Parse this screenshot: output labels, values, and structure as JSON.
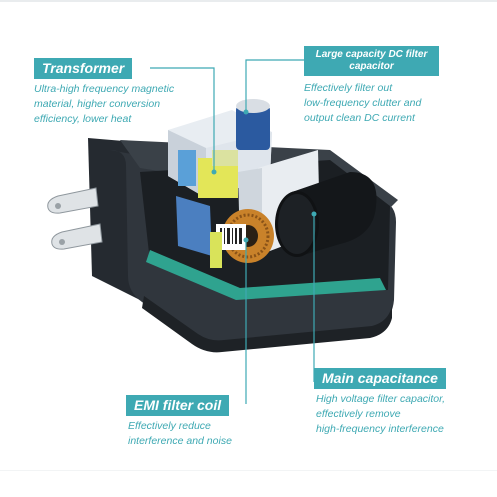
{
  "labels": {
    "transformer": {
      "title": "Transformer",
      "lines": [
        "Ultra-high frequency magnetic",
        "material, higher conversion",
        "efficiency, lower heat"
      ]
    },
    "dc_filter": {
      "title_lines": [
        "Large capacity DC filter",
        "capacitor"
      ],
      "lines": [
        "Effectively filter out",
        "low-frequency clutter and",
        "output clean DC current"
      ]
    },
    "main_cap": {
      "title": "Main capacitance",
      "lines": [
        "High voltage filter capacitor,",
        "effectively remove",
        "high-frequency interference"
      ]
    },
    "emi": {
      "title": "EMI filter coil",
      "lines": [
        "Effectively reduce",
        "interference and noise"
      ]
    }
  },
  "colors": {
    "accent": "#3ea9b3",
    "casing": "#2b3036"
  }
}
